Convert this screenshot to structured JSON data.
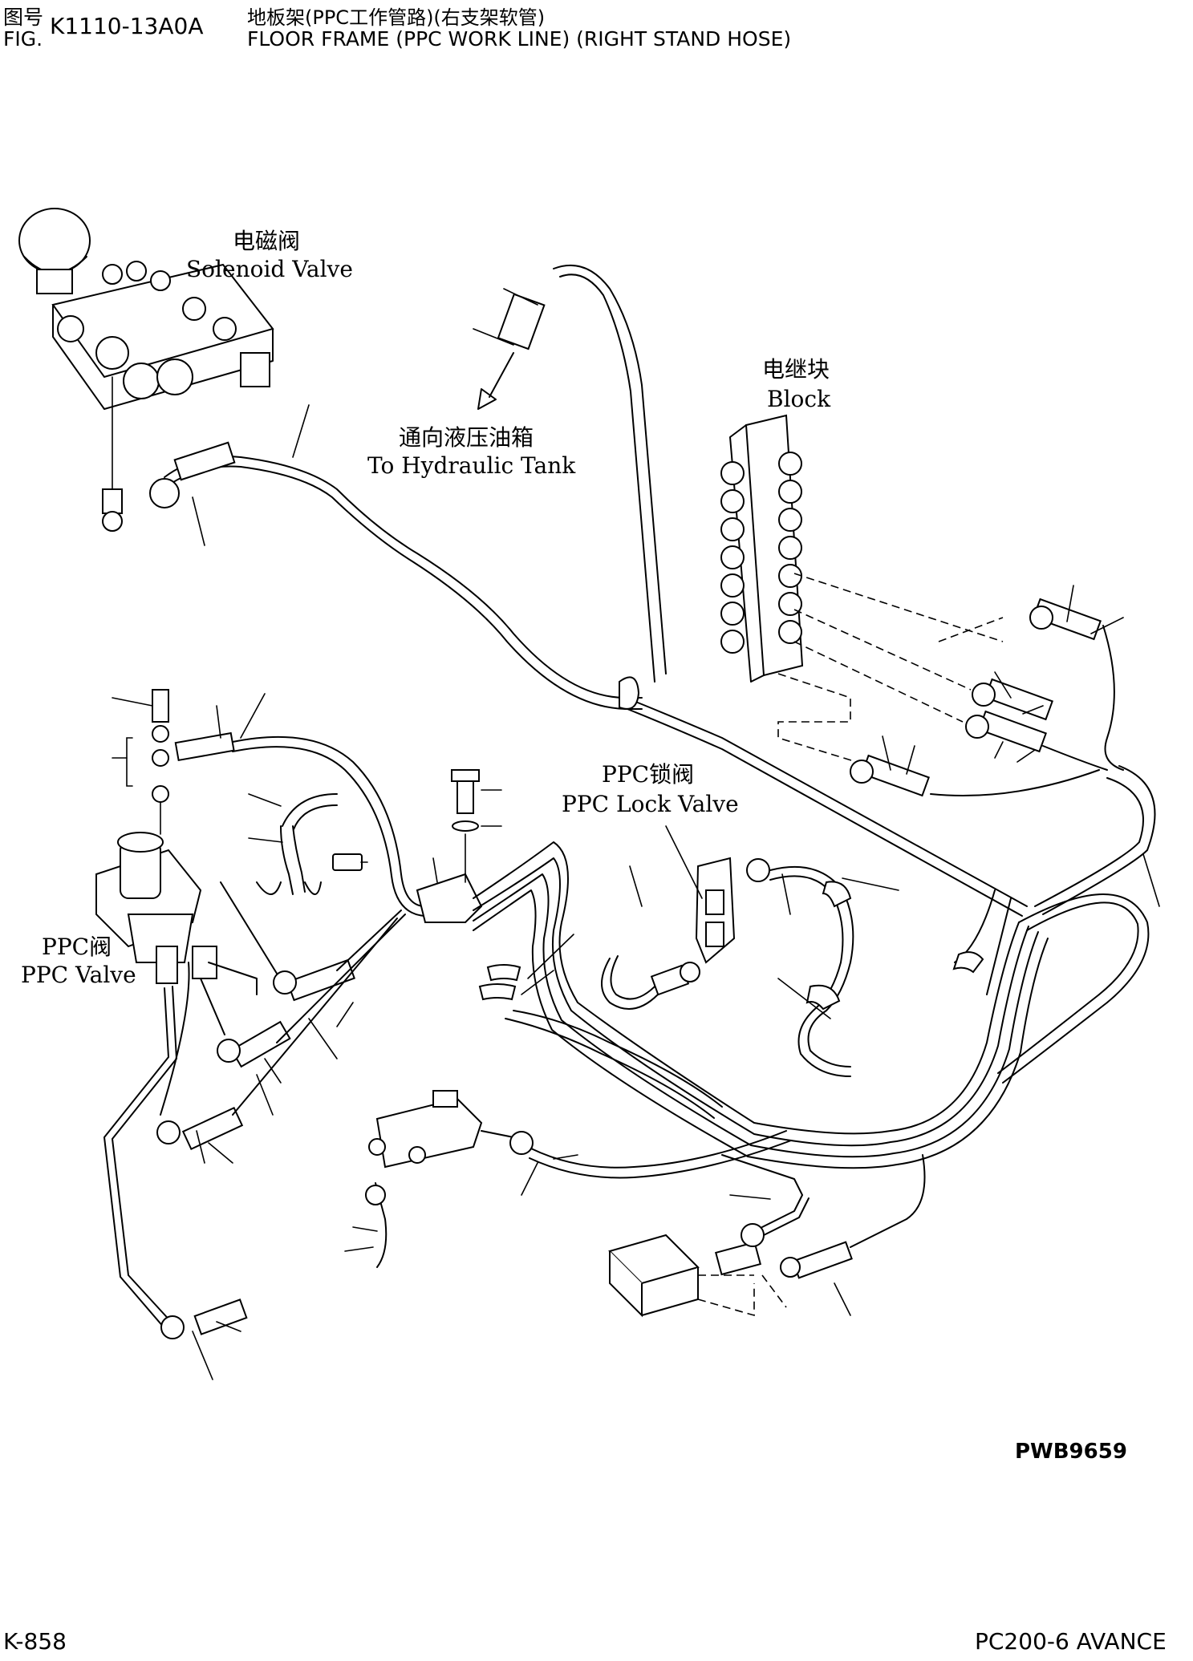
{
  "header": {
    "fig_label_cn": "图号",
    "fig_label_en": "FIG.",
    "fig_number": "K1110-13A0A",
    "title_cn": "地板架(PPC工作管路)(右支架软管)",
    "title_en": "FLOOR FRAME (PPC WORK LINE) (RIGHT STAND HOSE)"
  },
  "labels": {
    "solenoid_valve_cn": "电磁阀",
    "solenoid_valve_en": "Solenoid Valve",
    "to_hydraulic_tank_cn": "通向液压油箱",
    "to_hydraulic_tank_en": "To Hydraulic Tank",
    "block_cn": "电继块",
    "block_en": "Block",
    "ppc_lock_valve_cn": "PPC锁阀",
    "ppc_lock_valve_en": "PPC Lock Valve",
    "ppc_valve_cn": "PPC阀",
    "ppc_valve_en": "PPC Valve"
  },
  "drawing_code": "PWB9659",
  "footer": {
    "page_number": "K-858",
    "model": "PC200-6 AVANCE"
  }
}
